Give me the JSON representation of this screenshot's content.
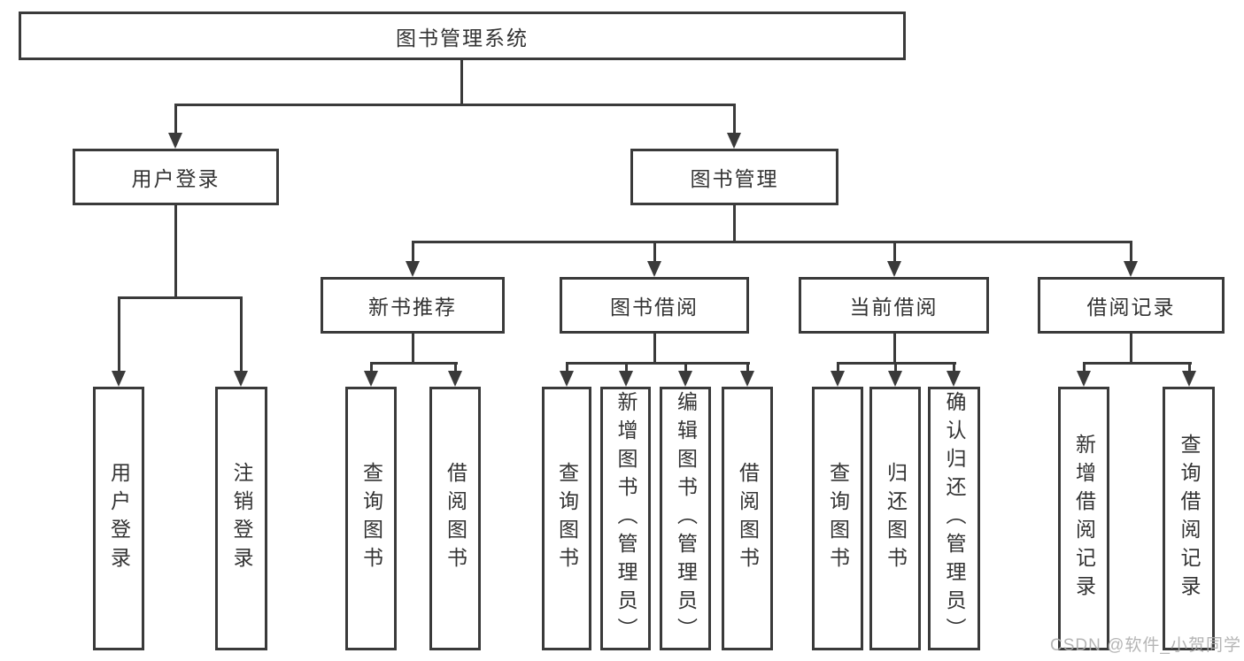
{
  "watermark": "CSDN @软件_小贺同学",
  "nodes": {
    "root": {
      "label": "图书管理系统"
    },
    "user_login": {
      "label": "用户登录"
    },
    "book_mgmt": {
      "label": "图书管理"
    },
    "new_books": {
      "label": "新书推荐"
    },
    "book_borrow": {
      "label": "图书借阅"
    },
    "current_borrow": {
      "label": "当前借阅"
    },
    "borrow_records": {
      "label": "借阅记录"
    },
    "leaves": {
      "user_login_1": {
        "label": "用户登录"
      },
      "user_login_2": {
        "label": "注销登录"
      },
      "new_books_1": {
        "label": "查询图书"
      },
      "new_books_2": {
        "label": "借阅图书"
      },
      "book_borrow_1": {
        "label": "查询图书"
      },
      "book_borrow_2": {
        "label": "新增图书（管理员）"
      },
      "book_borrow_3": {
        "label": "编辑图书（管理员）"
      },
      "book_borrow_4": {
        "label": "借阅图书"
      },
      "current_borrow_1": {
        "label": "查询图书"
      },
      "current_borrow_2": {
        "label": "归还图书"
      },
      "current_borrow_3": {
        "label": "确认归还（管理员）"
      },
      "borrow_records_1": {
        "label": "新增借阅记录"
      },
      "borrow_records_2": {
        "label": "查询借阅记录"
      }
    }
  }
}
